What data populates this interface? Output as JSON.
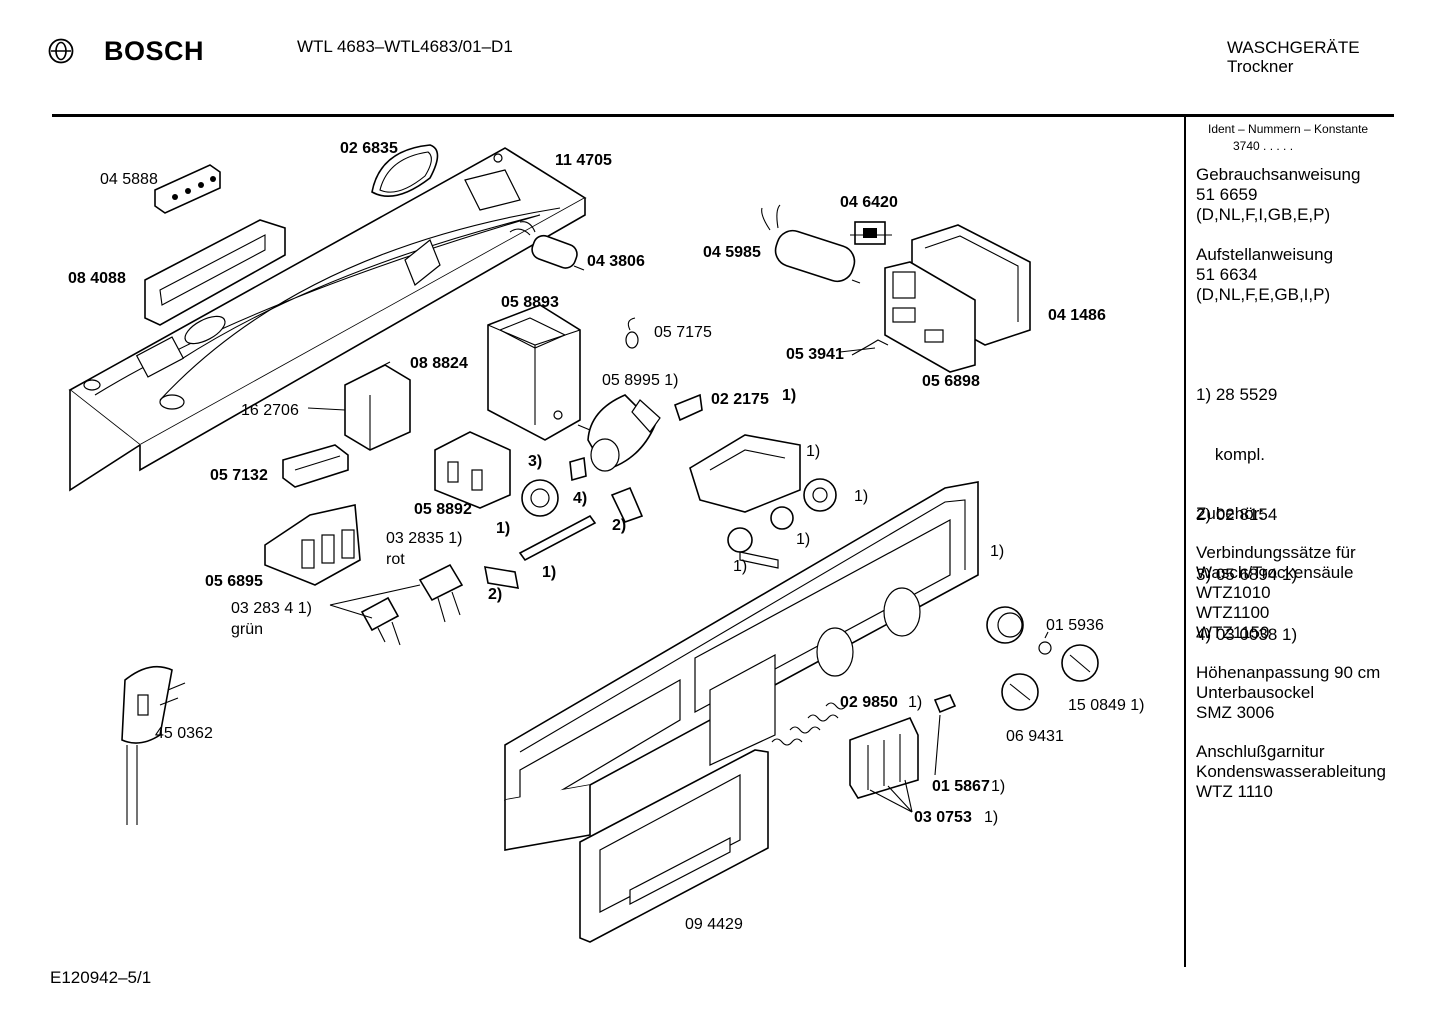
{
  "header": {
    "brand": "BOSCH",
    "model": "WTL 4683–WTL4683/01–D1",
    "category": "WASCHGERÄTE",
    "subcategory": "Trockner"
  },
  "footer": {
    "code": "E120942–5/1"
  },
  "sidebar": {
    "ident_title": "Ident – Nummern – Konstante",
    "ident_value": "3740 . . . . .",
    "blocks": [
      {
        "lines": [
          "Gebrauchsanweisung",
          "51 6659",
          "(D,NL,F,I,GB,E,P)"
        ]
      },
      {
        "lines": [
          "Aufstellanweisung",
          "51 6634",
          "(D,NL,F,E,GB,I,P)"
        ]
      },
      {
        "lines": [
          "1) 28 5529",
          "    kompl.",
          "2) 02 8154",
          "3) 05 6894 1)",
          "4) 03 0038 1)"
        ]
      },
      {
        "lines": [
          "Zubehör:"
        ]
      },
      {
        "lines": [
          "Verbindungssätze für",
          "Wasch/Trockensäule",
          "WTZ1010",
          "WTZ1100",
          "WTZ1150"
        ]
      },
      {
        "lines": [
          "Höhenanpassung 90 cm",
          "Unterbausockel",
          "SMZ 3006"
        ]
      },
      {
        "lines": [
          "Anschlußgarnitur",
          "Kondenswasserableitung",
          "WTZ 1110"
        ]
      }
    ]
  },
  "parts": {
    "p045888": "04 5888",
    "p026835": "02 6835",
    "p114705": "11 4705",
    "p084088": "08 4088",
    "p043806": "04 3806",
    "p046420": "04 6420",
    "p045985": "04 5985",
    "p041486": "04 1486",
    "p058893": "05 8893",
    "p057175": "05 7175",
    "p053941": "05 3941",
    "p056898": "05 6898",
    "p088824": "08 8824",
    "p058995": "05 8995 1)",
    "p022175": "02 2175",
    "p022175_note": "1)",
    "p162706": "16 2706",
    "p057132": "05 7132",
    "p058892": "05 8892",
    "n3": "3)",
    "n4": "4)",
    "n1a": "1)",
    "n2a": "2)",
    "n1b": "1)",
    "n1c": "1)",
    "n1d": "1)",
    "n1e": "1)",
    "n1f": "1)",
    "n1g": "1)",
    "p032835": "03 2835 1)",
    "rot": "rot",
    "p056895": "05 6895",
    "n2b": "2)",
    "p03283": "03 283 4 1)",
    "gruen": "grün",
    "p450362": "45 0362",
    "p015936": "01 5936",
    "p029850": "02 9850",
    "p029850_note": "1)",
    "p150849": "15 0849 1)",
    "p069431": "06 9431",
    "p015867": "01 5867",
    "p015867_note": "1)",
    "p030753": "03 0753",
    "p030753_note": "1)",
    "p094429": "09 4429"
  }
}
